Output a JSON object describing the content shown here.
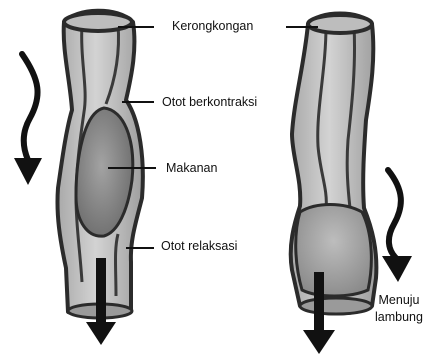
{
  "labels": {
    "throat": "Kerongkongan",
    "contracting_muscle": "Otot berkontraksi",
    "food": "Makanan",
    "relaxed_muscle": "Otot relaksasi",
    "to_stomach_line1": "Menuju",
    "to_stomach_line2": "lambung"
  },
  "colors": {
    "tube_fill": "#c4c4c4",
    "tube_outline": "#2b2b2b",
    "food_fill": "#8d8d8d",
    "arrow": "#111111"
  },
  "icons": [
    "wavy-down-arrow-icon",
    "straight-down-arrow-icon"
  ]
}
